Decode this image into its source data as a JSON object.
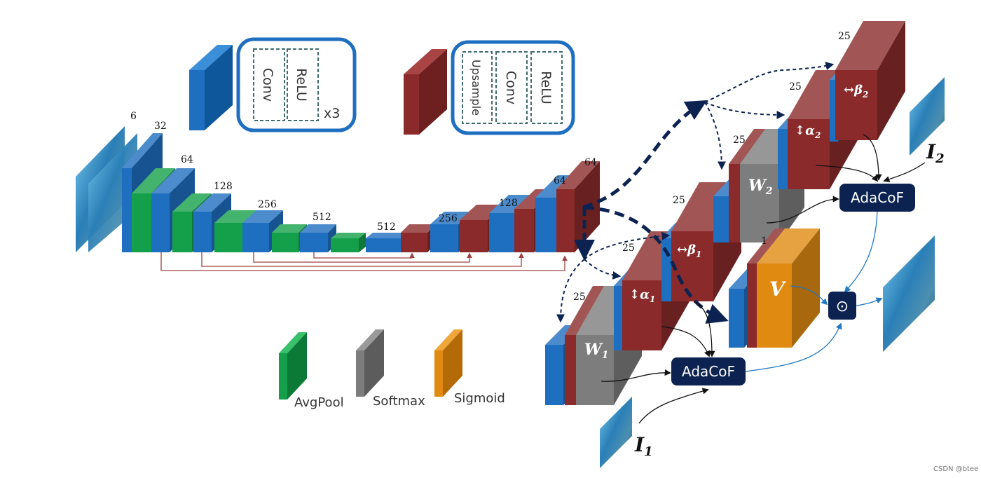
{
  "colors": {
    "conv_blue": "#1f6fc0",
    "upsample_red": "#8b2a2a",
    "avgpool_green": "#14a04a",
    "softmax_gray": "#7d7d7d",
    "sigmoid_orange": "#e08a12",
    "adacof_navy": "#0c2352",
    "skip_line": "#a04040",
    "flow_dash": "#0c2352",
    "output_line": "#1f78c4"
  },
  "legend": {
    "conv_block": {
      "inner": [
        "Conv",
        "ReLU"
      ],
      "repeat": "x3"
    },
    "upsample_block": {
      "inner": [
        "Upsample",
        "Conv",
        "ReLU"
      ]
    },
    "avgpool": "AvgPool",
    "softmax": "Softmax",
    "sigmoid": "Sigmoid"
  },
  "encoder_channels": [
    "6",
    "32",
    "64",
    "128",
    "256",
    "512"
  ],
  "decoder_channels": [
    "512",
    "256",
    "128",
    "64",
    "64"
  ],
  "heads": {
    "w1": {
      "channels": "25",
      "symbol": "W",
      "sub": "1"
    },
    "alpha1": {
      "channels": "25",
      "symbol": "↕α",
      "sub": "1"
    },
    "beta1": {
      "channels": "25",
      "symbol": "↔β",
      "sub": "1"
    },
    "w2": {
      "channels": "25",
      "symbol": "W",
      "sub": "2"
    },
    "alpha2": {
      "channels": "25",
      "symbol": "↕α",
      "sub": "2"
    },
    "beta2": {
      "channels": "25",
      "symbol": "↔β",
      "sub": "2"
    },
    "v": {
      "channels": "1",
      "symbol": "V"
    }
  },
  "adacof_label": "AdaCoF",
  "hadamard": "⊙",
  "inputs": {
    "i1": {
      "symbol": "I",
      "sub": "1"
    },
    "i2": {
      "symbol": "I",
      "sub": "2"
    }
  },
  "watermark": "CSDN @btee"
}
